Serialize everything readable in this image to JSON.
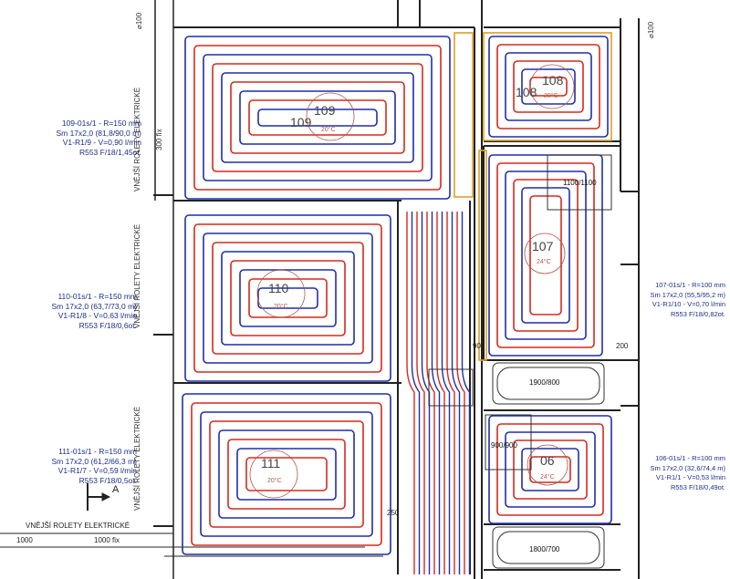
{
  "colors": {
    "supply": "#d42a1e",
    "return": "#1f2ea8",
    "wall": "#222222",
    "accent_orange": "#e0a020",
    "label_blue": "#1c2f86",
    "circle": "#b4574a"
  },
  "rooms": [
    {
      "id": "109",
      "number": "109",
      "temp": "20°C",
      "label": [
        "109-01s/1 - R=150 mm",
        "Sm 17x2,0 (81,8/90,0 m)",
        "V1-R1/9 - V=0,90 l/min",
        "R553 F/18/1,45ot."
      ]
    },
    {
      "id": "110",
      "number": "110",
      "temp": "20°C",
      "label": [
        "110-01s/1 - R=150 mm",
        "Sm 17x2,0 (63,7/73,0 m)",
        "V1-R1/8 - V=0,63 l/min",
        "R553 F/18/0,6ot."
      ]
    },
    {
      "id": "111",
      "number": "111",
      "temp": "20°C",
      "label": [
        "111-01s/1 - R=150 mm",
        "Sm 17x2,0 (61,2/66,3 m)",
        "V1-R1/7 - V=0,59 l/min",
        "R553 F/18/0,5ot."
      ]
    },
    {
      "id": "108",
      "number": "108",
      "alt_number": "108",
      "temp": "20°C"
    },
    {
      "id": "107",
      "number": "107",
      "temp": "24°C",
      "label": [
        "107-01s/1 - R=100 mm",
        "Sm 17x2,0 (55,5/95,2 m)",
        "V1-R1/10 - V=0,70 l/min",
        "R553 F/18/0,82ot."
      ]
    },
    {
      "id": "106",
      "number": "06",
      "temp": "24°C",
      "label": [
        "106-01s/1 - R=100 mm",
        "Sm 17x2,0 (32,6/74,4 m)",
        "V1-R1/1 - V=0,53 l/min",
        "R553 F/18/0,49ot."
      ]
    }
  ],
  "window_text": "VNĚJŠÍ ROLETY ELEKTRICKÉ",
  "dims": {
    "d100_left": "⌀100",
    "d100_right": "⌀100",
    "sill": "300 fix",
    "d1000a": "1000",
    "d1000b": "1000 fix",
    "d90": "90",
    "d200": "200",
    "d250": "250",
    "arrowA": "A"
  },
  "equipment": {
    "shower1": "1100/1100",
    "bath1": "1900/800",
    "shower2": "900/900",
    "bath2": "1800/700"
  }
}
